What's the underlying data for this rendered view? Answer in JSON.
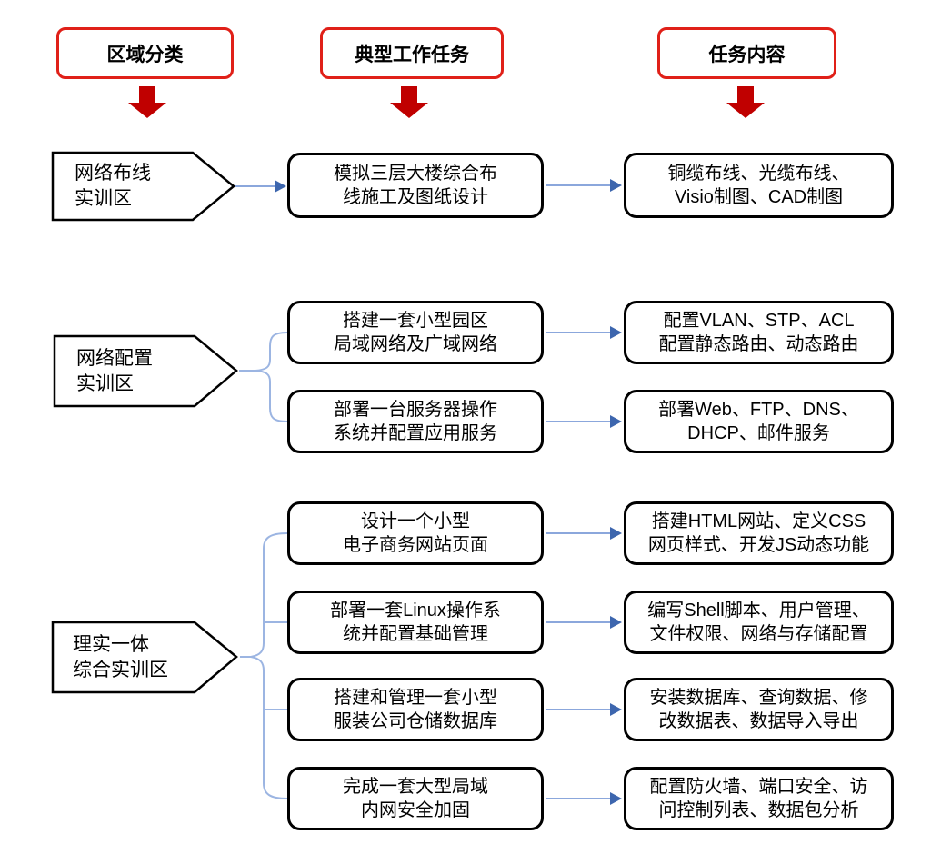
{
  "colors": {
    "red_outline": "#e02018",
    "red_arrow": "#c00000",
    "connector_line": "#8ba7dc",
    "connector_head": "#3d66ae",
    "bracket": "#9cb5e2",
    "shape_outline": "#000000"
  },
  "headers": [
    {
      "label": "区域分类"
    },
    {
      "label": "典型工作任务"
    },
    {
      "label": "任务内容"
    }
  ],
  "rows": [
    {
      "zone": {
        "line1": "网络布线",
        "line2": "实训区"
      },
      "pairs": [
        {
          "task1": "模拟三层大楼综合布",
          "task2": "线施工及图纸设计",
          "content1": "铜缆布线、光缆布线、",
          "content2": "Visio制图、CAD制图"
        }
      ]
    },
    {
      "zone": {
        "line1": "网络配置",
        "line2": "实训区"
      },
      "pairs": [
        {
          "task1": "搭建一套小型园区",
          "task2": "局域网络及广域网络",
          "content1": "配置VLAN、STP、ACL",
          "content2": "配置静态路由、动态路由"
        },
        {
          "task1": "部署一台服务器操作",
          "task2": "系统并配置应用服务",
          "content1": "部署Web、FTP、DNS、",
          "content2": "DHCP、邮件服务"
        }
      ]
    },
    {
      "zone": {
        "line1": "理实一体",
        "line2": "综合实训区"
      },
      "pairs": [
        {
          "task1": "设计一个小型",
          "task2": "电子商务网站页面",
          "content1": "搭建HTML网站、定义CSS",
          "content2": "网页样式、开发JS动态功能"
        },
        {
          "task1": "部署一套Linux操作系",
          "task2": "统并配置基础管理",
          "content1": "编写Shell脚本、用户管理、",
          "content2": "文件权限、网络与存储配置"
        },
        {
          "task1": "搭建和管理一套小型",
          "task2": "服装公司仓储数据库",
          "content1": "安装数据库、查询数据、修",
          "content2": "改数据表、数据导入导出"
        },
        {
          "task1": "完成一套大型局域",
          "task2": "内网安全加固",
          "content1": "配置防火墙、端口安全、访",
          "content2": "问控制列表、数据包分析"
        }
      ]
    }
  ]
}
